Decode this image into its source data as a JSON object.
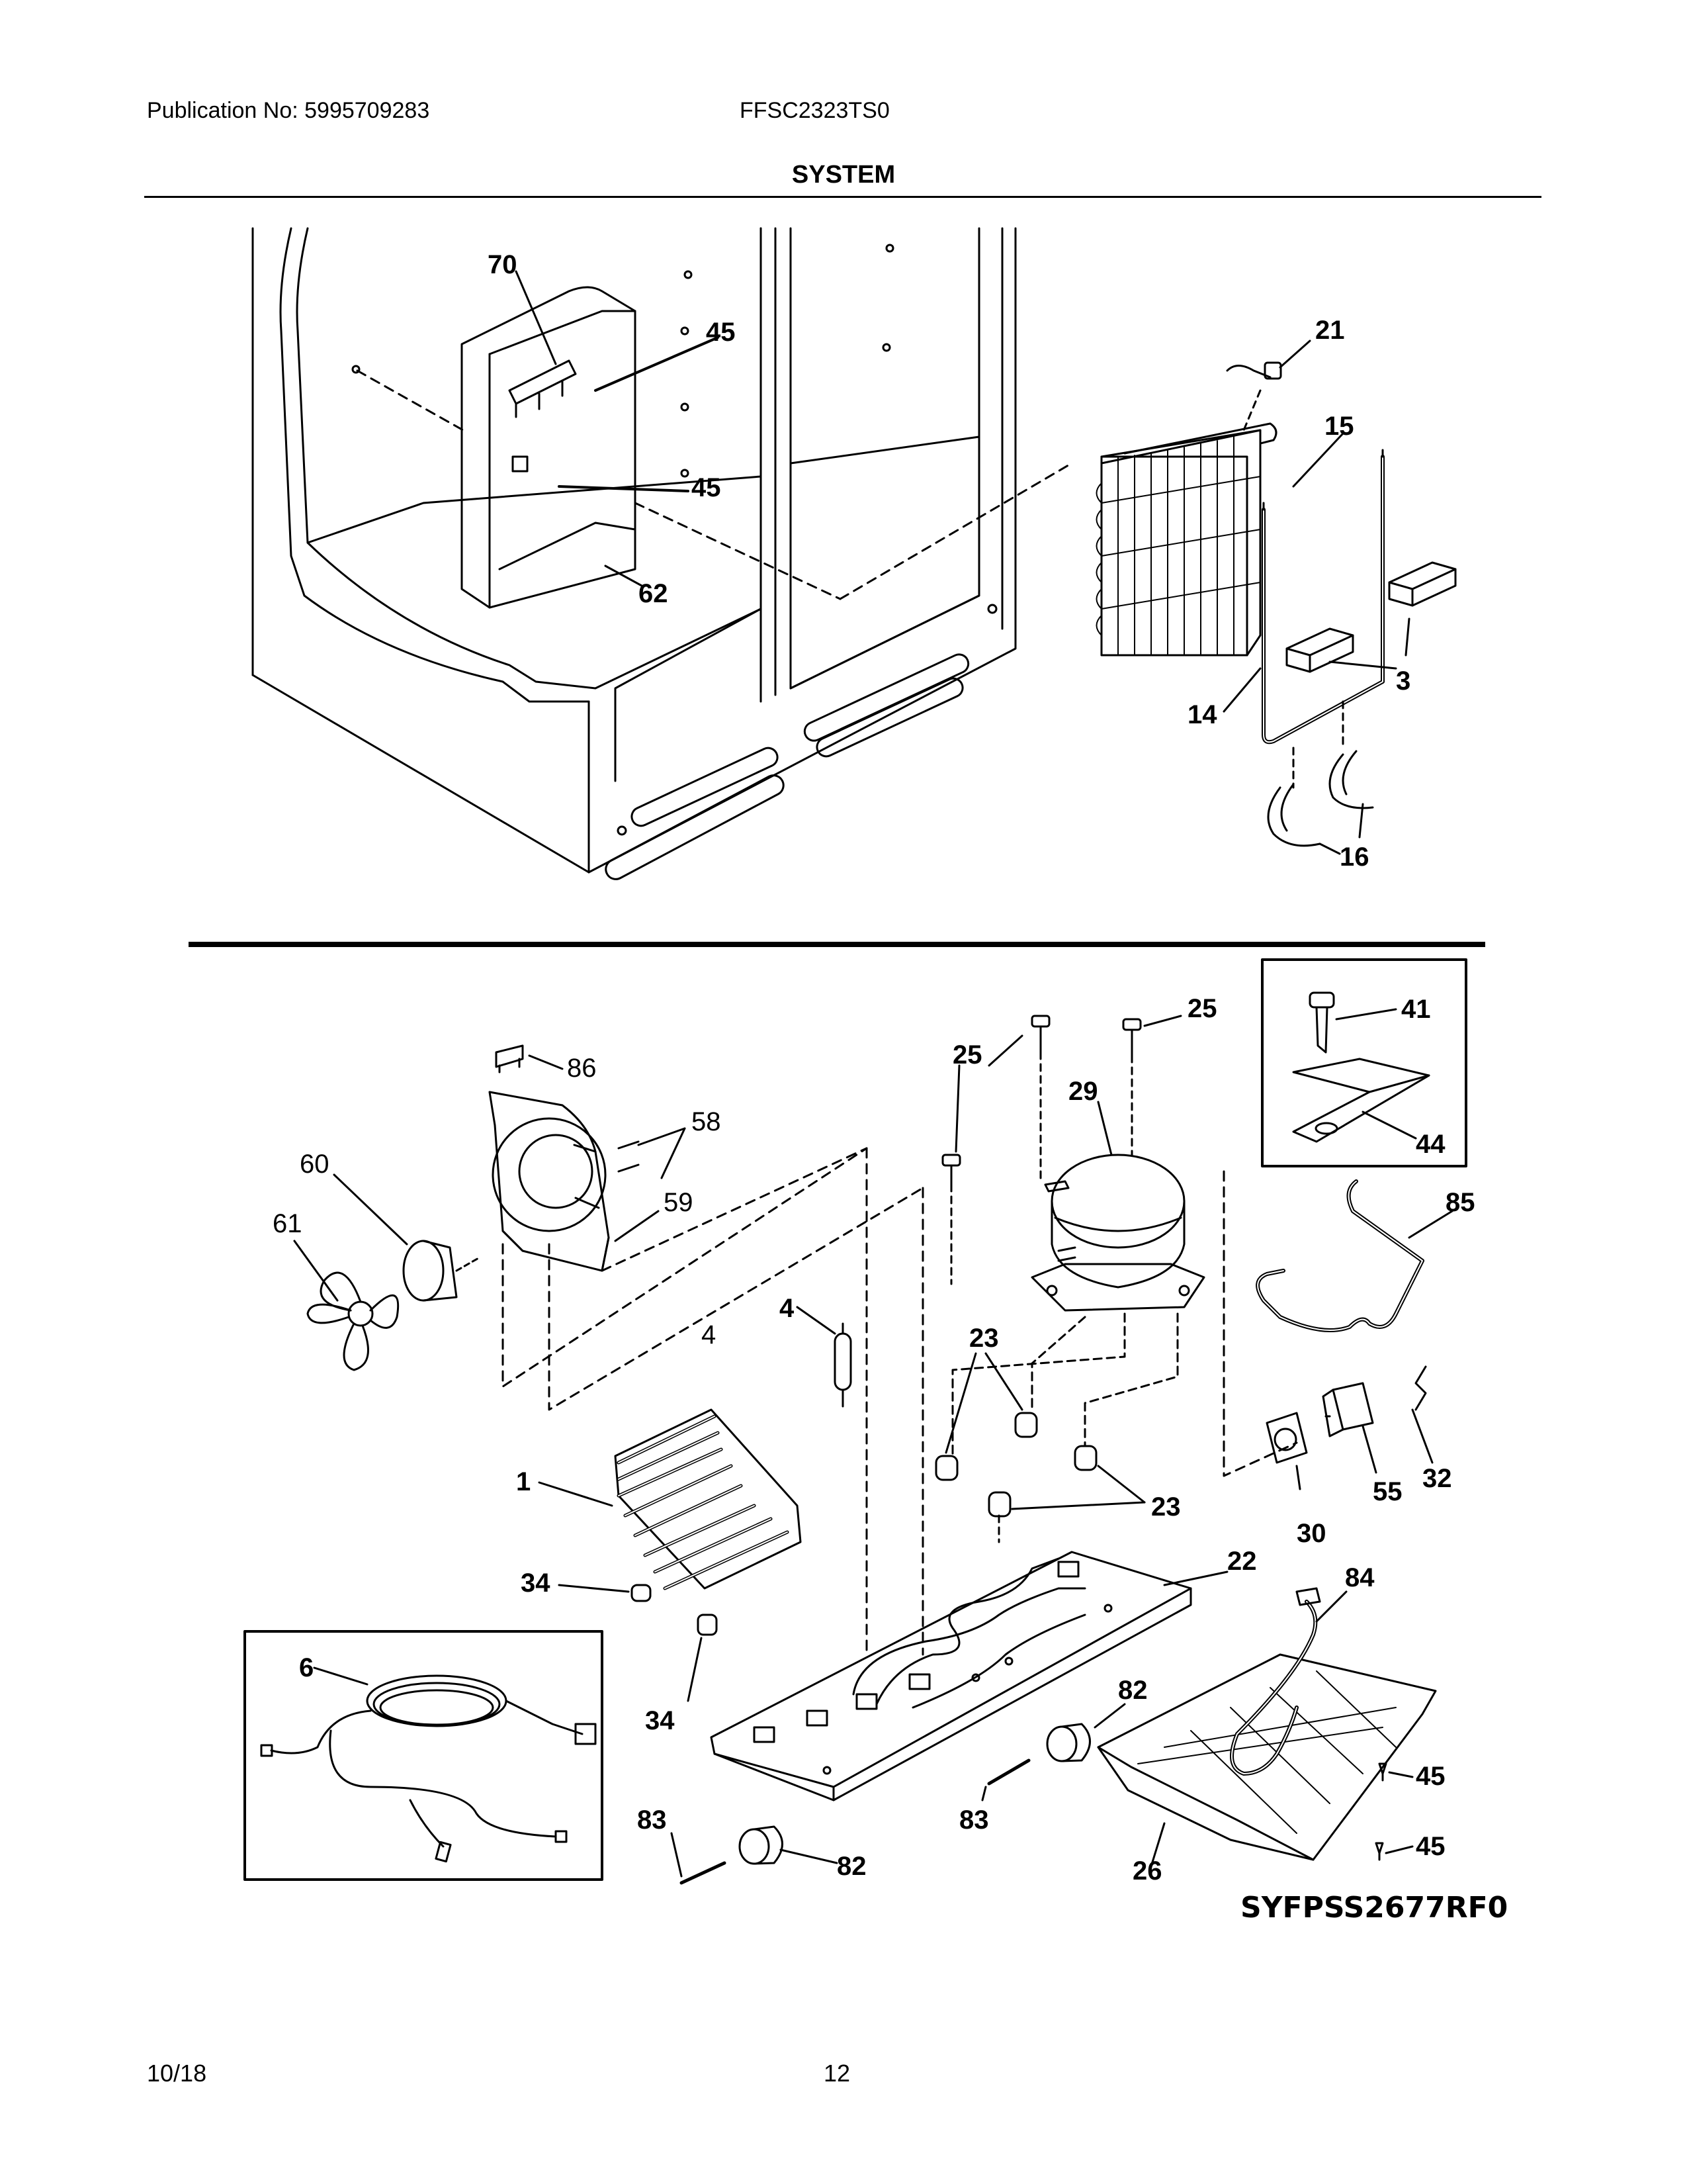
{
  "header": {
    "publication": "Publication No: 5995709283",
    "model": "FFSC2323TS0",
    "section_title": "SYSTEM"
  },
  "diagram": {
    "code": "SYFPSS2677RF0",
    "labels": {
      "p70": "70",
      "p45a": "45",
      "p45b": "45",
      "p62": "62",
      "p21": "21",
      "p15": "15",
      "p3": "3",
      "p14": "14",
      "p16": "16",
      "p86": "86",
      "p58": "58",
      "p60": "60",
      "p59": "59",
      "p61": "61",
      "p4a": "4",
      "p4b": "4",
      "p25a": "25",
      "p25b": "25",
      "p29": "29",
      "p41": "41",
      "p44": "44",
      "p85": "85",
      "p23a": "23",
      "p23b": "23",
      "p1": "1",
      "p32": "32",
      "p55": "55",
      "p30": "30",
      "p34a": "34",
      "p34b": "34",
      "p22": "22",
      "p84": "84",
      "p6": "6",
      "p82a": "82",
      "p82b": "82",
      "p83a": "83",
      "p83b": "83",
      "p45c": "45",
      "p45d": "45",
      "p26": "26"
    }
  },
  "footer": {
    "date": "10/18",
    "page": "12"
  }
}
